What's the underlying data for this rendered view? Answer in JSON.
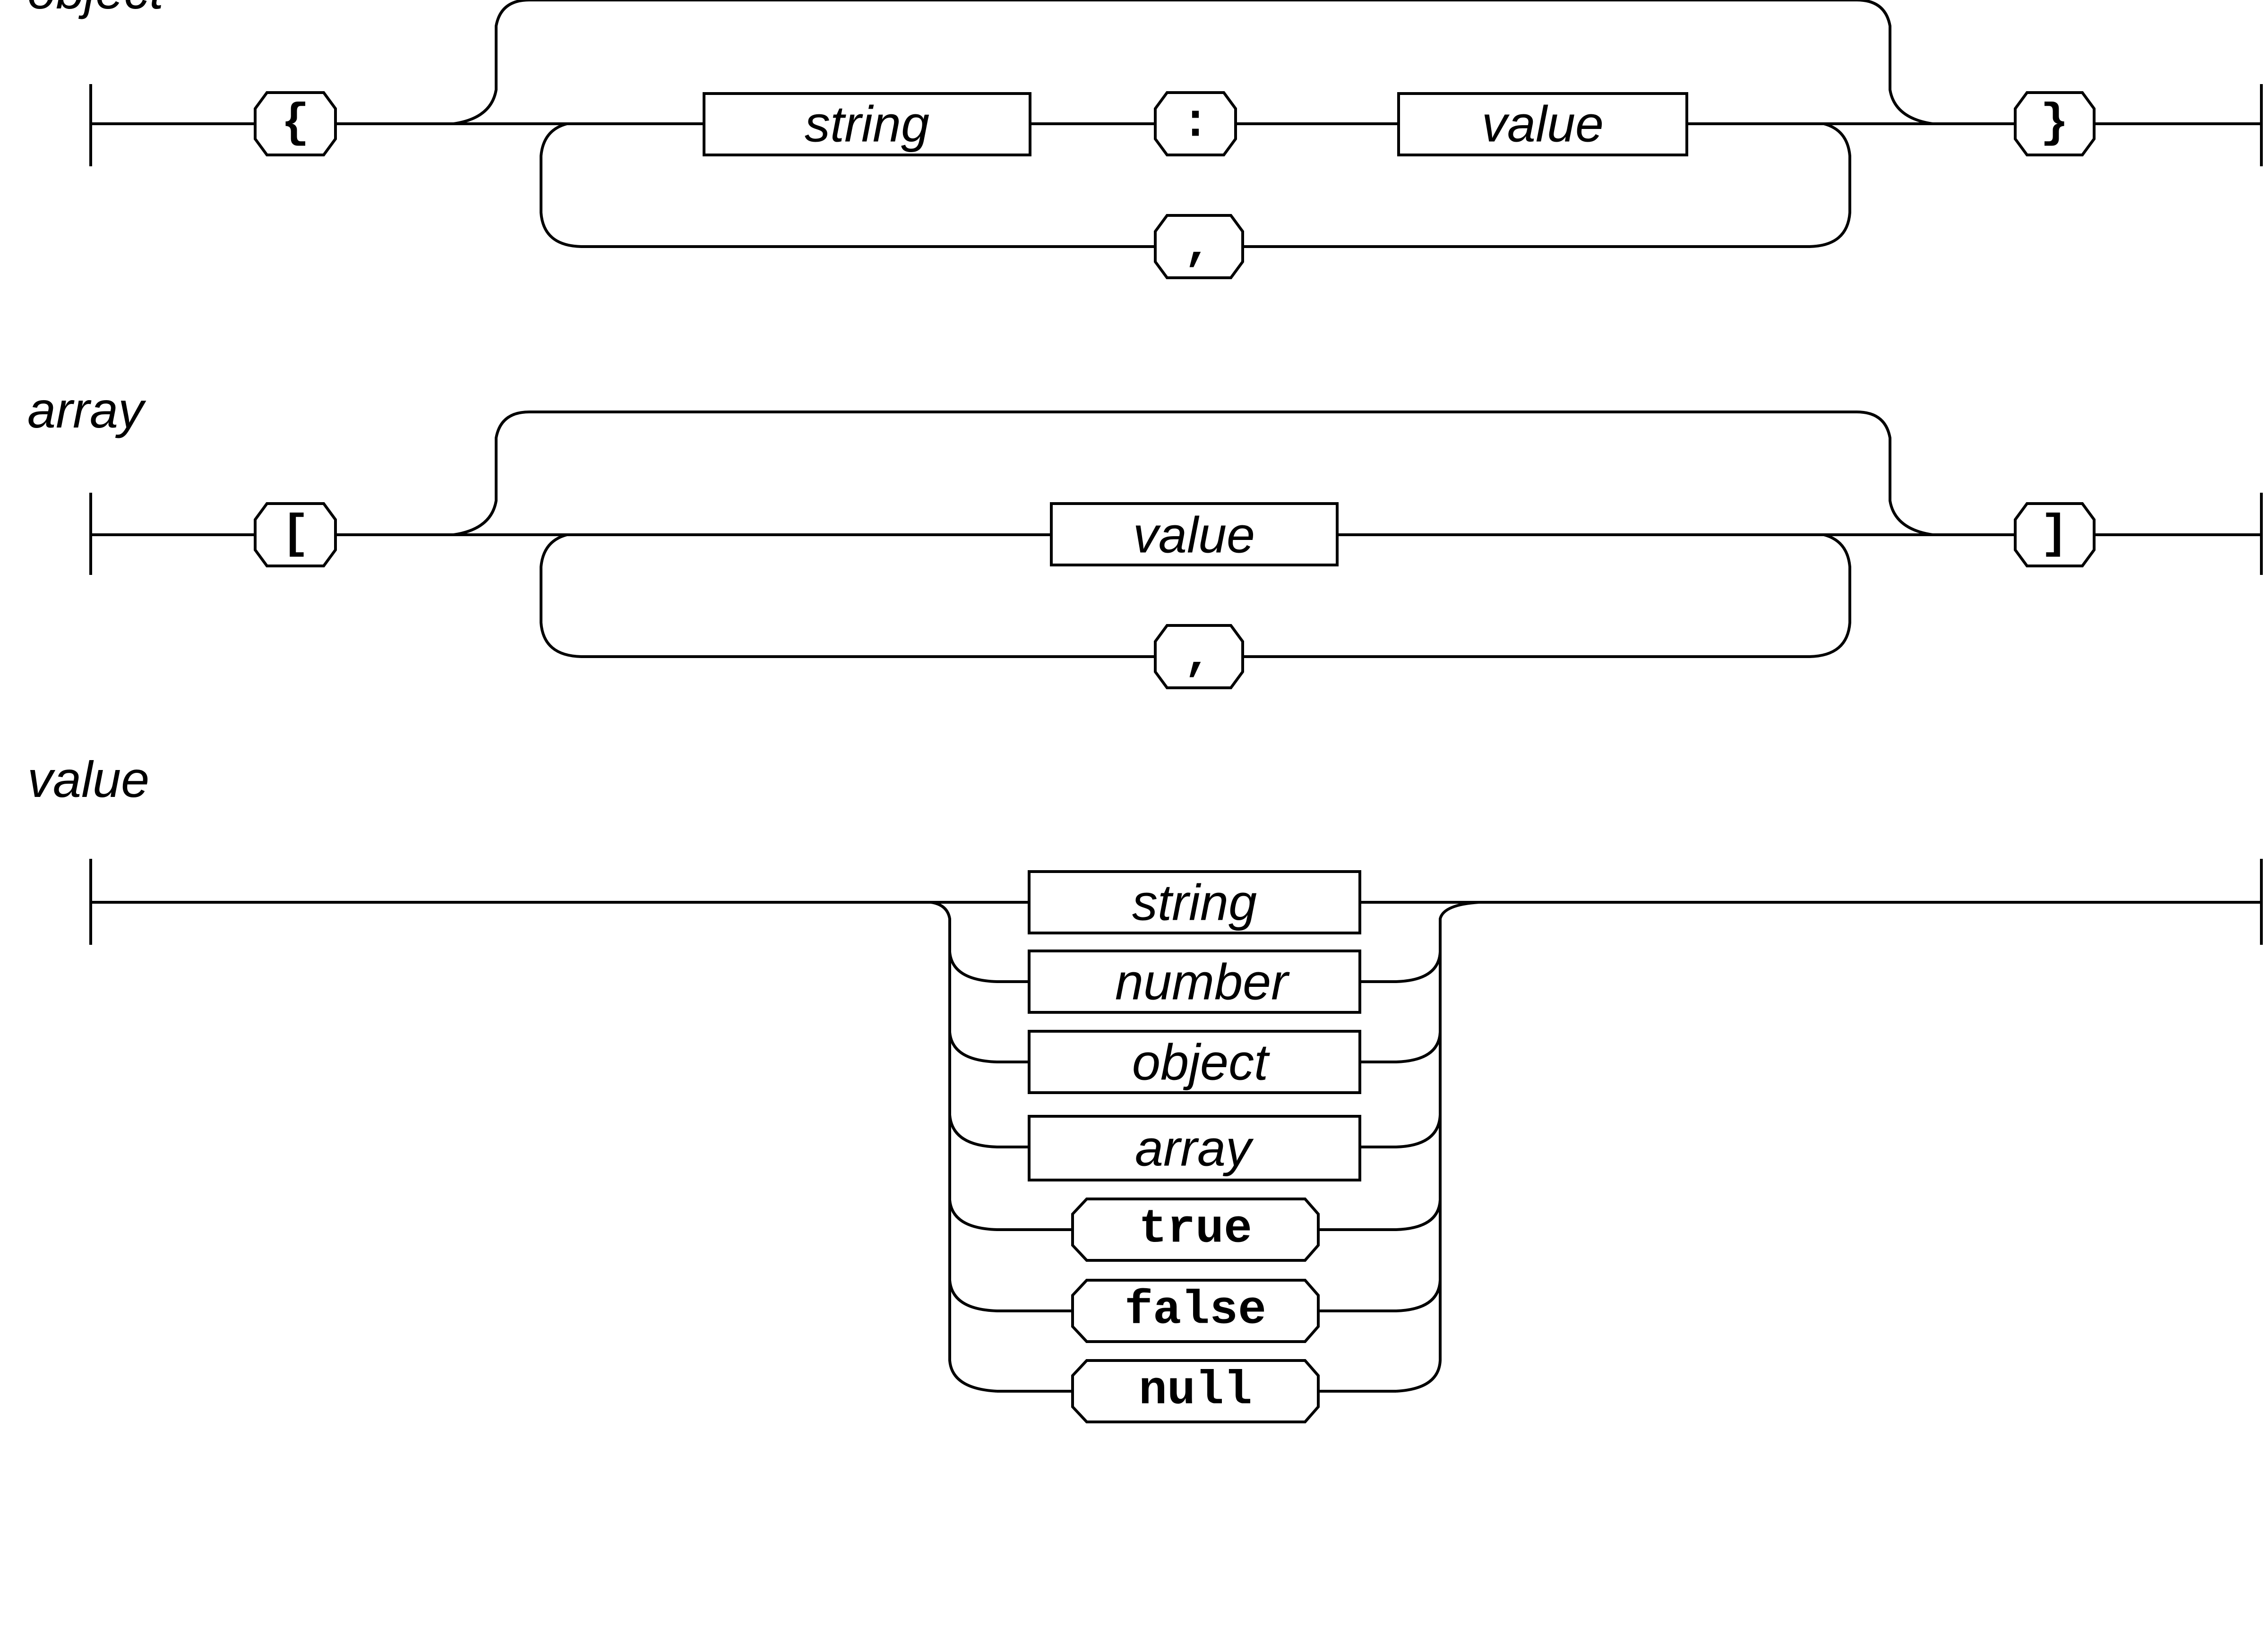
{
  "rules": {
    "object": {
      "title": "object",
      "open": "{",
      "key": "string",
      "colon": ":",
      "value": "value",
      "separator": ",",
      "close": "}"
    },
    "array": {
      "title": "array",
      "open": "[",
      "value": "value",
      "separator": ",",
      "close": "]"
    },
    "value": {
      "title": "value",
      "alternatives": [
        "string",
        "number",
        "object",
        "array",
        "true",
        "false",
        "null"
      ]
    }
  }
}
